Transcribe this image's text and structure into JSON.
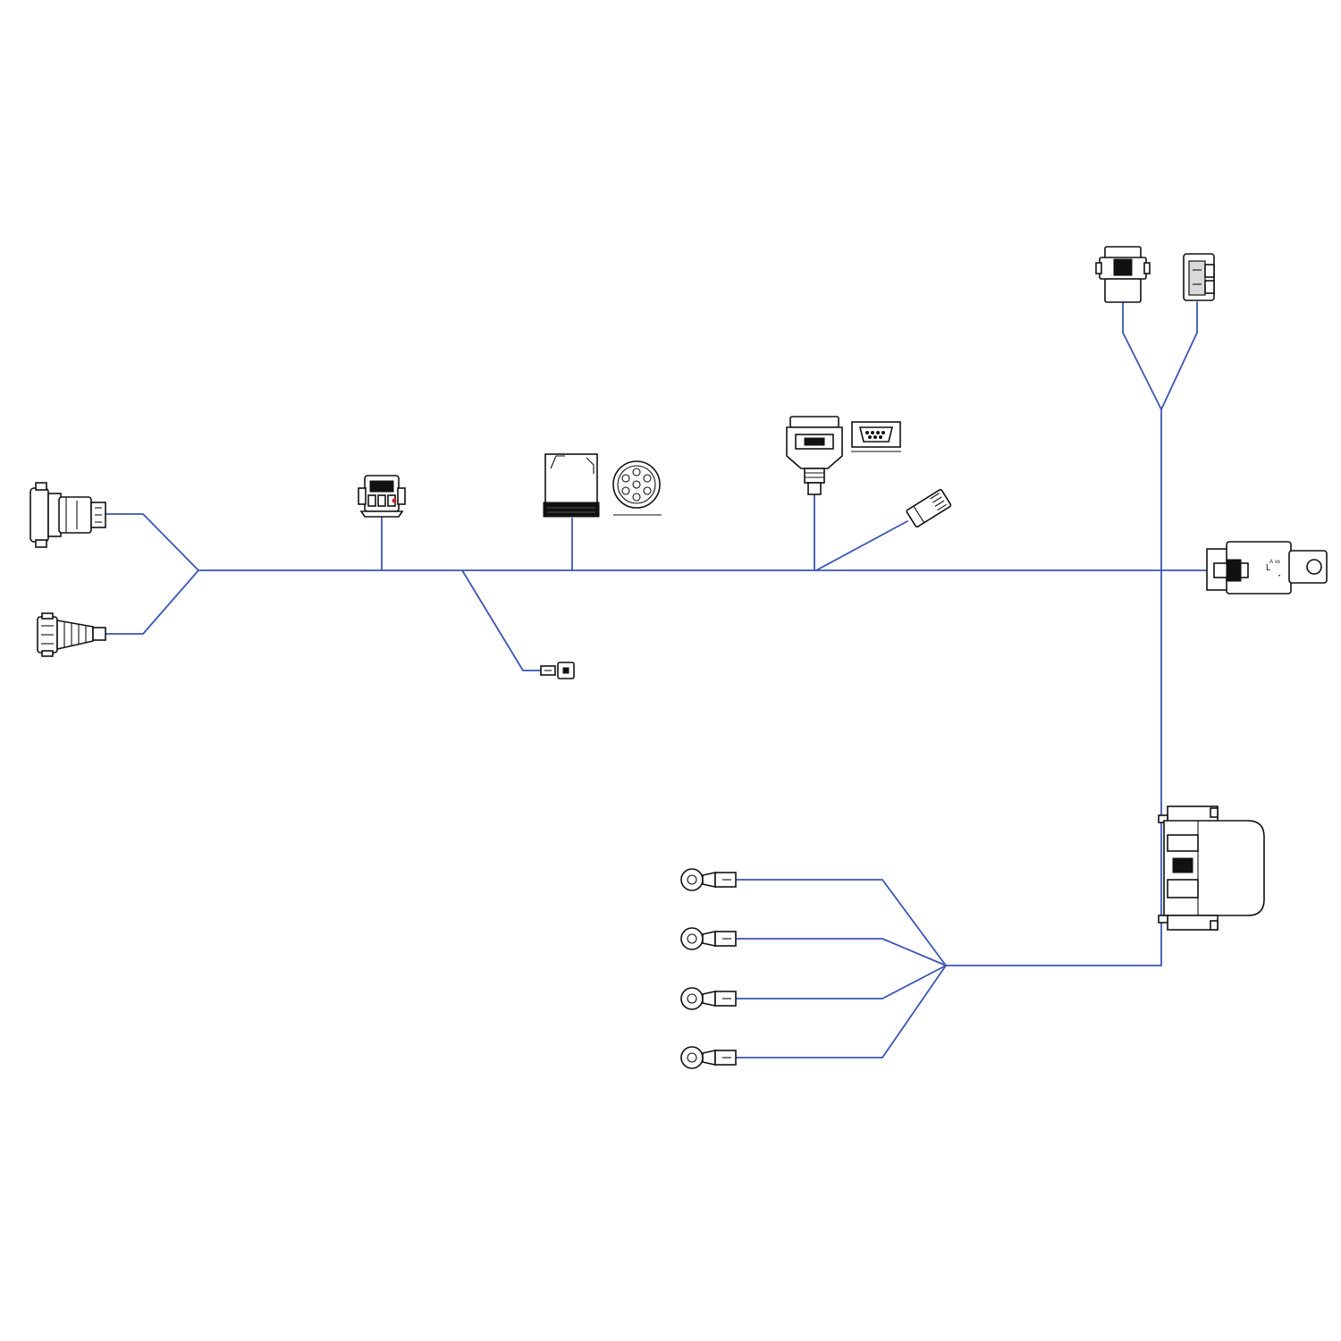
{
  "colors": {
    "wire": "#3b55b3",
    "outline": "#111111",
    "background": "#ffffff",
    "accent": "#e07a1f"
  },
  "connectors": [
    {
      "id": "c1",
      "icon": "round-barrel-connector-icon"
    },
    {
      "id": "c2",
      "icon": "circular-threaded-connector-icon"
    },
    {
      "id": "c3",
      "icon": "sealed-multipin-connector-icon"
    },
    {
      "id": "c4",
      "icon": "small-blade-terminal-icon"
    },
    {
      "id": "c5",
      "icon": "deutsch-rectangular-connector-icon"
    },
    {
      "id": "c6",
      "icon": "circular-pin-face-icon"
    },
    {
      "id": "c7",
      "icon": "db9-cable-connector-icon"
    },
    {
      "id": "c8",
      "icon": "db9-face-icon"
    },
    {
      "id": "c9",
      "icon": "rj45-plug-icon"
    },
    {
      "id": "c10",
      "icon": "weatherpack-connector-icon"
    },
    {
      "id": "c11",
      "icon": "two-pin-connector-icon"
    },
    {
      "id": "c12",
      "icon": "relay-connector-icon"
    },
    {
      "id": "c13",
      "icon": "control-module-icon"
    },
    {
      "id": "c14",
      "icon": "ring-terminal-icon"
    },
    {
      "id": "c15",
      "icon": "ring-terminal-icon"
    },
    {
      "id": "c16",
      "icon": "ring-terminal-icon"
    },
    {
      "id": "c17",
      "icon": "ring-terminal-icon"
    }
  ]
}
